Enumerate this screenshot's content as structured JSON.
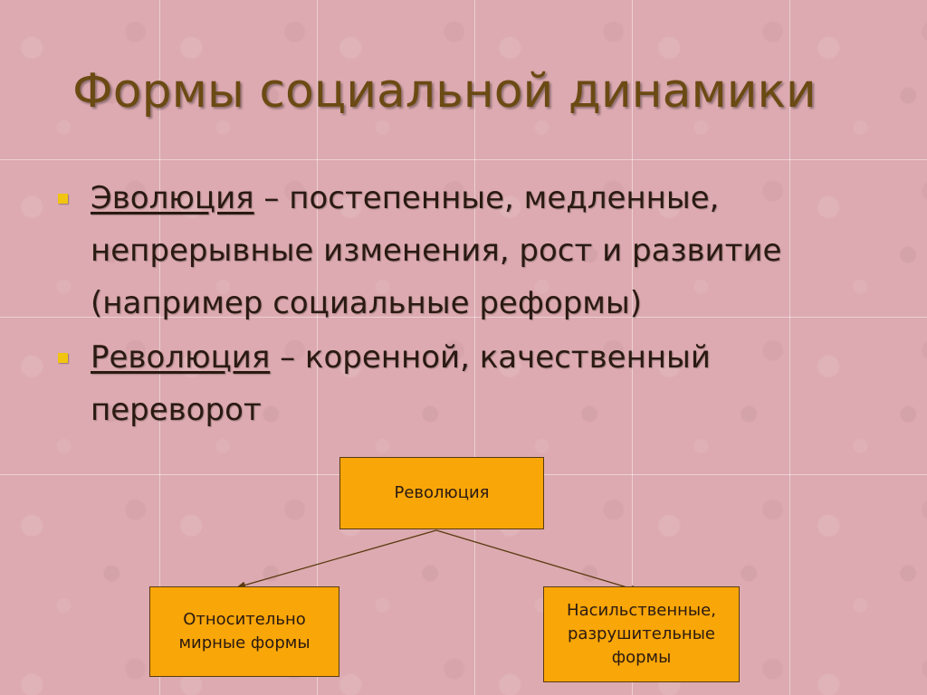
{
  "slide": {
    "title": "Формы социальной динамики",
    "bullets": [
      {
        "term": "Эволюция",
        "text": " – постепенные, медленные, непрерывные изменения, рост и развитие (например социальные реформы)"
      },
      {
        "term": "Революция",
        "text": " – коренной, качественный переворот"
      }
    ]
  },
  "diagram": {
    "root": "Революция",
    "left_child": "Относительно мирные формы",
    "right_child": "Насильственные, разрушительные формы"
  },
  "colors": {
    "background": "#dcaab0",
    "title": "#6b4a13",
    "bullet_marker": "#f1c40f",
    "box_fill": "#f9a608",
    "box_border": "#5a3a10"
  }
}
